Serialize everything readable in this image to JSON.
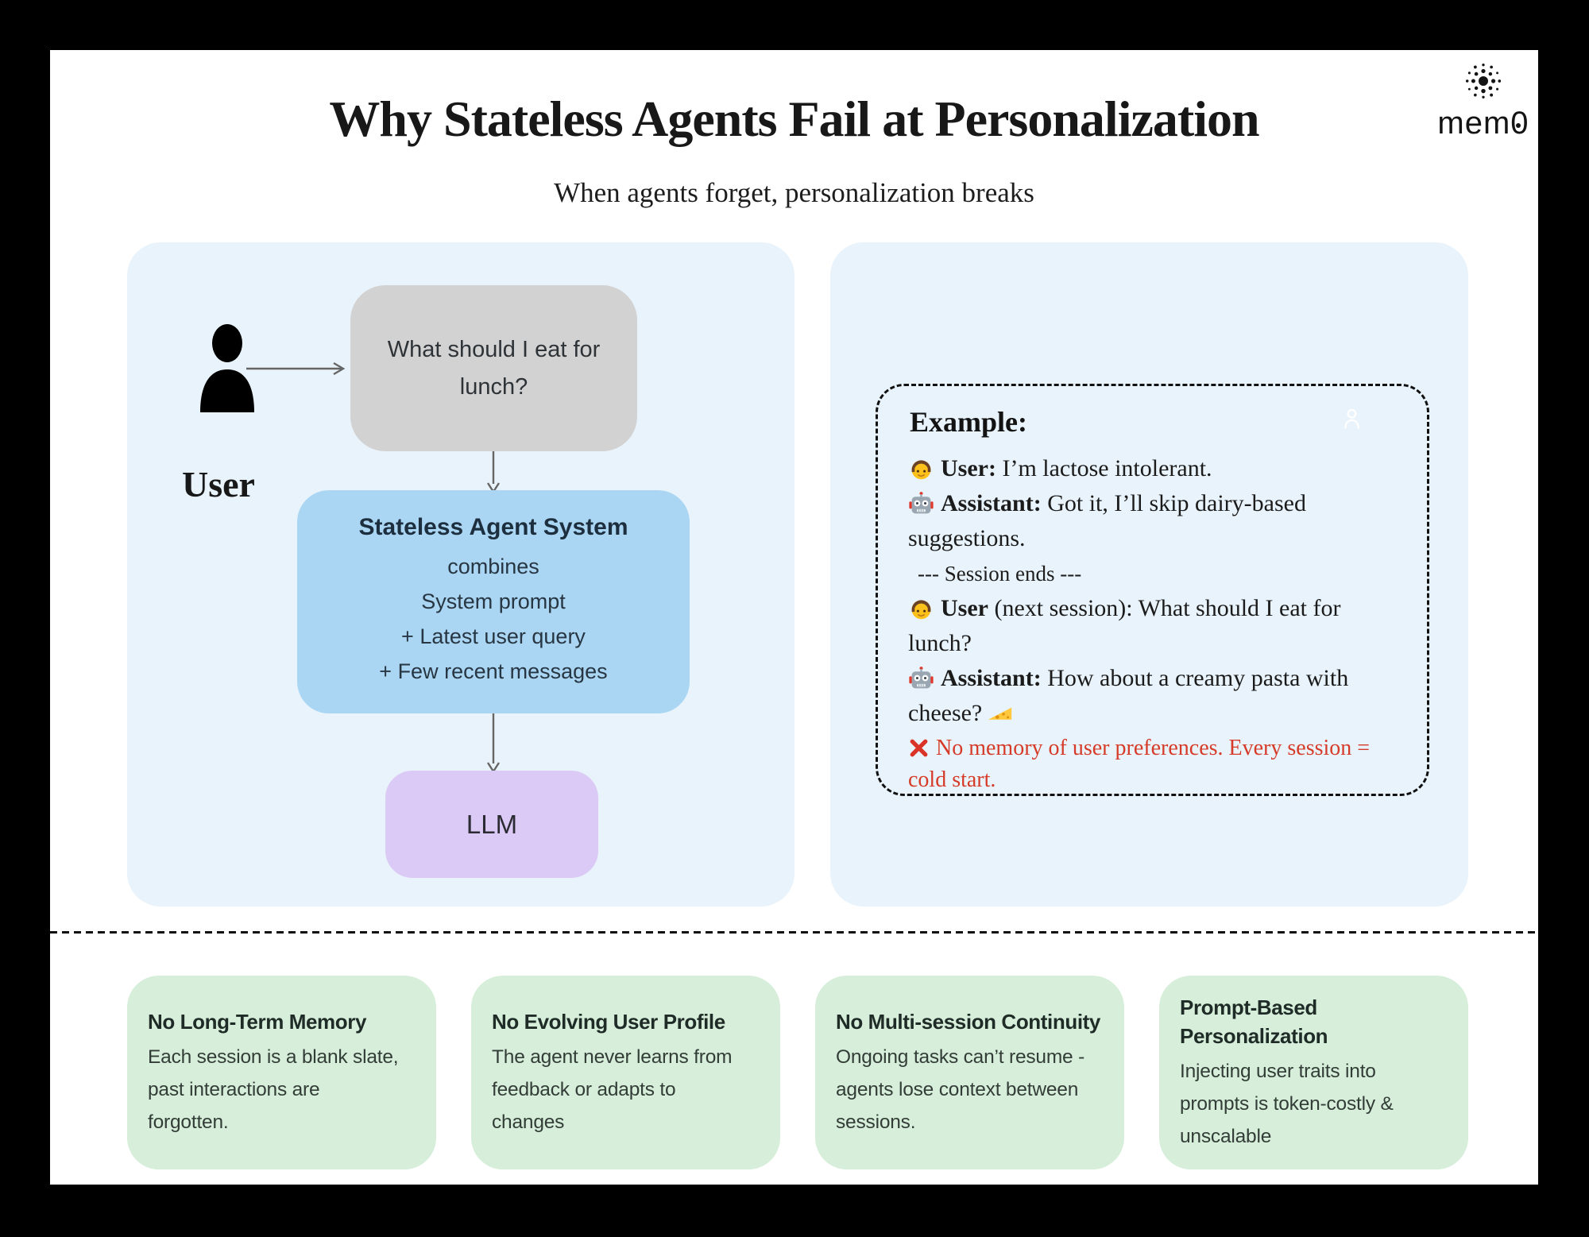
{
  "header": {
    "title": "Why Stateless Agents Fail at Personalization",
    "subtitle": "When agents forget, personalization breaks",
    "logo_text": "mem0"
  },
  "flow": {
    "user_label": "User",
    "query_bubble": "What should I eat for lunch?",
    "agent_box": {
      "title": "Stateless Agent System",
      "lines": [
        "combines",
        "System prompt",
        "+ Latest user query",
        "+ Few recent messages"
      ]
    },
    "llm_label": "LLM"
  },
  "example": {
    "heading": "Example:",
    "messages": [
      {
        "icon": "person-emoji",
        "speaker": "User:",
        "text": " I’m lactose intolerant."
      },
      {
        "icon": "robot-emoji",
        "speaker": "Assistant:",
        "text": " Got it, I’ll skip dairy-based suggestions."
      },
      {
        "icon": "person-emoji",
        "speaker": "User",
        "text": " (next session): What should I eat for lunch?"
      },
      {
        "icon": "robot-emoji",
        "speaker": "Assistant:",
        "text": " How about a creamy pasta with cheese?",
        "trailing_icon": "cheese-emoji"
      }
    ],
    "session_divider": "--- Session ends ---",
    "warning_icon": "cross-mark-emoji",
    "warning": "No memory of user preferences. Every session = cold start."
  },
  "cards": [
    {
      "title_lines": [
        "No Long-Term Memory"
      ],
      "body_lines": [
        "Each session is a blank slate,",
        "past interactions are",
        "forgotten."
      ]
    },
    {
      "title_lines": [
        "No Evolving User Profile"
      ],
      "body_lines": [
        "The agent never learns from",
        "feedback or adapts to",
        "changes"
      ]
    },
    {
      "title_lines": [
        "No Multi-session Continuity"
      ],
      "body_lines": [
        "Ongoing tasks can’t resume -",
        "agents lose context between",
        "sessions."
      ]
    },
    {
      "title_lines": [
        "Prompt-Based",
        "Personalization"
      ],
      "body_lines": [
        "Injecting user traits into",
        "prompts is token-costly &",
        "unscalable"
      ]
    }
  ],
  "colors": {
    "frame_black": "#000000",
    "canvas_white": "#ffffff",
    "panel_blue": "#e9f3fb",
    "agent_box_blue": "#aad6f3",
    "llm_box_purple": "#dccaf6",
    "query_bubble_gray": "#d2d2d2",
    "card_green": "#d6eeda",
    "warning_red": "#d63b2a"
  }
}
